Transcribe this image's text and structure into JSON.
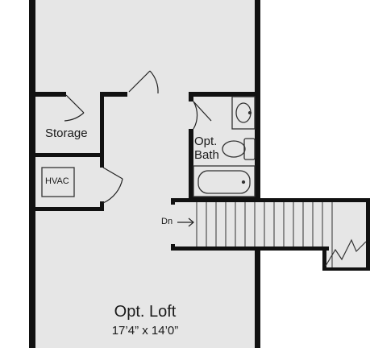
{
  "rooms": {
    "storage": "Storage",
    "hvac": "HVAC",
    "bath_line1": "Opt.",
    "bath_line2": "Bath",
    "loft_name": "Opt. Loft",
    "loft_dimensions": "17’4” x 14’0”"
  },
  "stairs": {
    "direction_label": "Dn"
  },
  "colors": {
    "floor": "#e6e6e6",
    "wall": "#111111",
    "background": "#ffffff"
  }
}
